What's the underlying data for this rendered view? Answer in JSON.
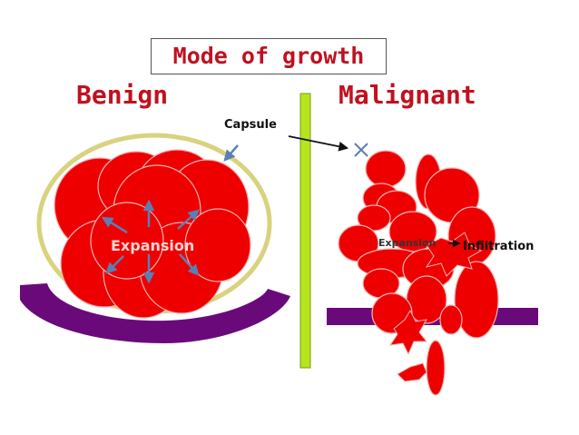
{
  "title": "Mode of growth",
  "left_heading": "Benign",
  "right_heading": "Malignant",
  "capsule_label": "Capsule",
  "benign_expansion_label": "Expansion",
  "malignant_expansion_label": "Expansion",
  "infiltration_label": "Infiltration",
  "colors": {
    "tumor": "#ee0000",
    "heading": "#c0111f",
    "membrane": "#6a0a7a",
    "divider": "#b5e51d",
    "capsule": "#e3dc8f",
    "arrow": "#5b7fb4"
  }
}
